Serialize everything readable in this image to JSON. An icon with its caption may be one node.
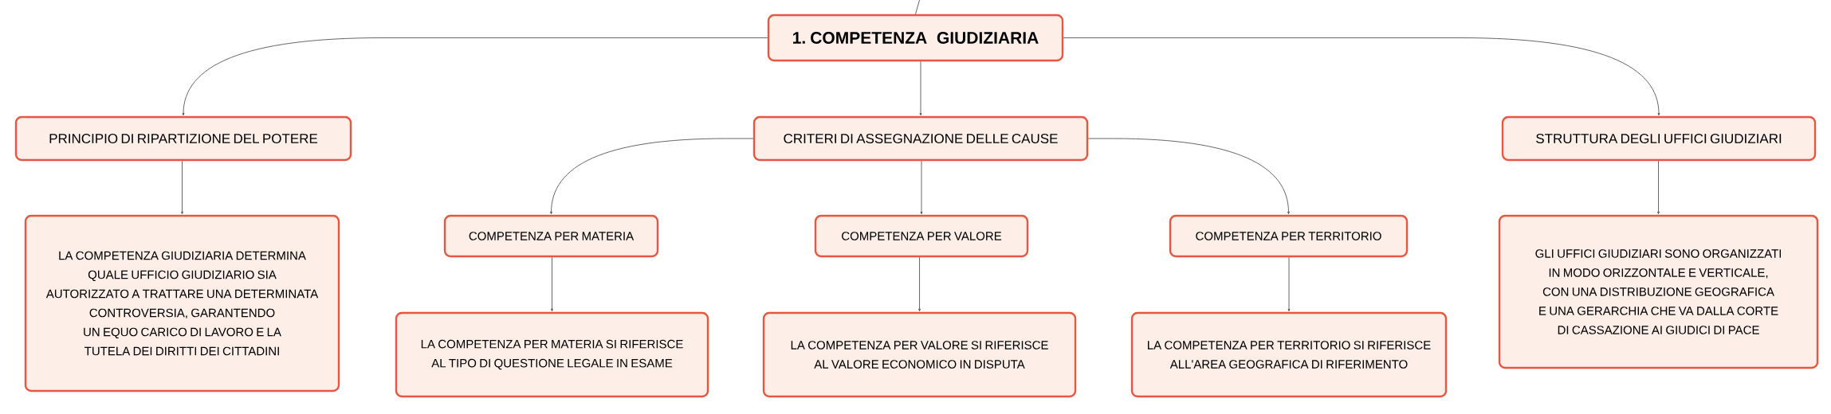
{
  "diagram": {
    "nodes": [
      {
        "text": [
          "1. COMPETENZA GIUDIZIARIA"
        ]
      },
      {
        "text": [
          "PRINCIPIO DI RIPARTIZIONE DEL POTERE"
        ]
      },
      {
        "text": [
          "LA COMPETENZA GIUDIZIARIA DETERMINA QUALE UFFICIO GIUDIZIARIO SIA AUTORIZZATO A TRATTARE UNA DETERMINATA CONTROVERSIA, GARANTENDO UN EQUO CARICO DI LAVORO E LA TUTELA DEI DIRITTI DEI CITTADINI"
        ]
      },
      {
        "text": [
          "CRITERI DI ASSEGNAZIONE DELLE CAUSE"
        ]
      },
      {
        "text": [
          "COMPETENZA PER MATERIA"
        ]
      },
      {
        "text": [
          "LA COMPETENZA PER MATERIA SI RIFERISCE AL TIPO DI QUESTIONE LEGALE IN ESAME"
        ]
      },
      {
        "text": [
          "COMPETENZA PER VALORE"
        ]
      },
      {
        "text": [
          "LA COMPETENZA PER VALORE SI RIFERISCE AL VALORE ECONOMICO IN DISPUTA"
        ]
      },
      {
        "text": [
          "COMPETENZA PER TERRITORIO"
        ]
      },
      {
        "text": [
          "LA COMPETENZA PER TERRITORIO SI RIFERISCE ALL'AREA GEOGRAFICA DI RIFERIMENTO"
        ]
      },
      {
        "text": [
          "STRUTTURA DEGLI UFFICI GIUDIZIARI"
        ]
      },
      {
        "text": [
          "GLI UFFICI GIUDIZIARI SONO ORGANIZZATI IN MODO ORIZZONTALE E VERTICALE, CON UNA DISTRIBUZIONE GEOGRAFICA E UNA GERARCHIA CHE VA DALLA CORTE DI CASSAZIONE AI GIUDICI DI PACE"
        ]
      }
    ],
    "edges": [
      {
        "from": null,
        "to": 0,
        "arrow": "none"
      },
      {
        "from": 0,
        "to": 1,
        "arrow": "to"
      },
      {
        "from": 0,
        "to": 3,
        "arrow": "to"
      },
      {
        "from": 0,
        "to": 10,
        "arrow": "to"
      },
      {
        "from": 1,
        "to": 2,
        "arrow": "to"
      },
      {
        "from": 3,
        "to": 4,
        "arrow": "to"
      },
      {
        "from": 3,
        "to": 6,
        "arrow": "to"
      },
      {
        "from": 3,
        "to": 8,
        "arrow": "to"
      },
      {
        "from": 4,
        "to": 5,
        "arrow": "to"
      },
      {
        "from": 6,
        "to": 7,
        "arrow": "to"
      },
      {
        "from": 8,
        "to": 9,
        "arrow": "to"
      },
      {
        "from": 10,
        "to": 11,
        "arrow": "to"
      }
    ]
  }
}
